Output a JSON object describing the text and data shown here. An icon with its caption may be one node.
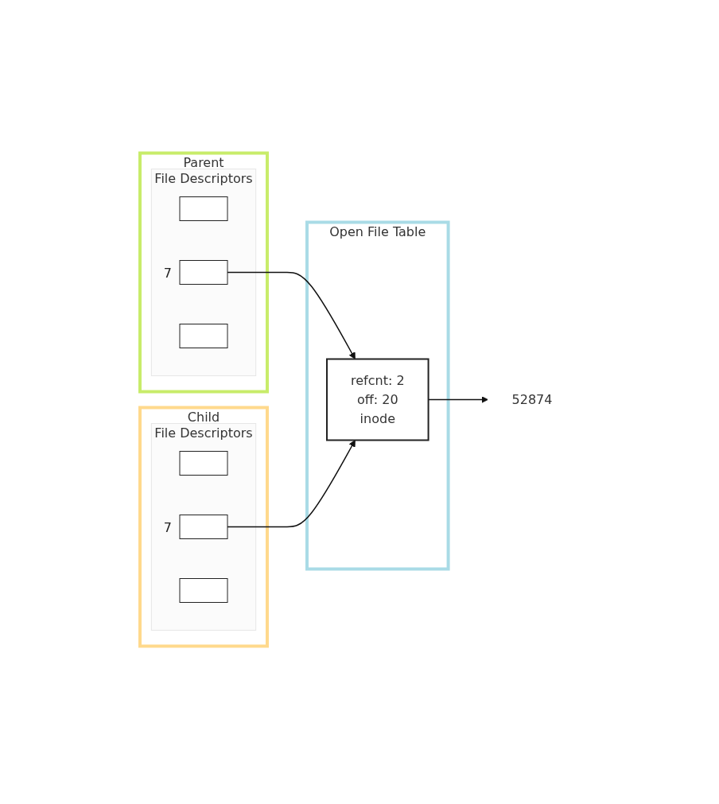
{
  "diagram": {
    "nodes": [
      {
        "text": [
          "Parent"
        ]
      },
      {
        "text": [
          "File Descriptors"
        ],
        "in": 0
      },
      {
        "text": [],
        "shape": "box",
        "in": 1
      },
      {
        "text": [],
        "shape": "box",
        "in": 1,
        "beside": [
          "7"
        ]
      },
      {
        "text": [],
        "shape": "box",
        "in": 1
      },
      {
        "text": [
          "Child"
        ]
      },
      {
        "text": [
          "File Descriptors"
        ],
        "in": 5
      },
      {
        "text": [],
        "shape": "box",
        "in": 6
      },
      {
        "text": [],
        "shape": "box",
        "in": 6,
        "beside": [
          "7"
        ]
      },
      {
        "text": [],
        "shape": "box",
        "in": 6
      },
      {
        "text": [
          "Open File Table"
        ]
      },
      {
        "text": [
          "refcnt: 2",
          "off: 20",
          "inode"
        ],
        "in": 10
      },
      {
        "text": [
          "52874"
        ]
      }
    ],
    "edges": [
      {
        "from": 3,
        "to": 11,
        "arrow": "to"
      },
      {
        "from": 8,
        "to": 11,
        "arrow": "to"
      },
      {
        "from": 11,
        "to": 12,
        "arrow": "to"
      }
    ]
  }
}
